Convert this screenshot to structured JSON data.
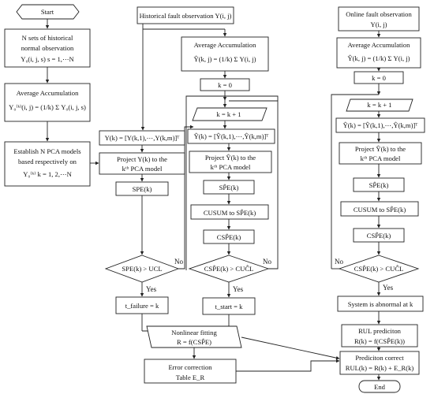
{
  "nodes": {
    "start": "Start",
    "normal_obs": [
      "N sets of historical",
      "normal  observation",
      "Y₀(i, j, s) s = 1,⋯N"
    ],
    "avg_acc_normal": [
      "Average Accumulation",
      "Y₀⁽ᵏ⁾(i, j) = (1/k) Σ Y₀(i, j, s)"
    ],
    "establish_pca": [
      "Establish N PCA models",
      "based respectively on",
      "Y₀⁽ᵏ⁾  k = 1, 2,⋯N"
    ],
    "hist_fault": "Historical fault  observation Y(i, j)",
    "y_vec": "Y(k) = [Y(k,1),⋯,Y(k,m)]ᵀ",
    "project_y": [
      "Project Y(k) to the",
      "kᵗʰ PCA model"
    ],
    "spe": "SPE(k)",
    "spe_ucl": "SPE(k) > UCL",
    "t_failure": "t_failure = k",
    "avg_acc_hist": [
      "Average Accumulation",
      "Ŷ(k, j) = (1/k) Σ Y(i, j)"
    ],
    "k0_mid": "k = 0",
    "k1_mid": "k = k + 1",
    "yhat_mid": "Ŷ(k) = [Ŷ(k,1),⋯,Ŷ(k,m)]ᵀ",
    "project_yhat_mid": [
      "Project Ŷ(k) to the",
      "kᵗʰ PCA model"
    ],
    "spehat_mid": "SP̂E(k)",
    "cusum_mid": "CUSUM to SP̂E(k)",
    "cspe_mid": "CSP̂E(k)",
    "cspe_cucl_mid": "CSP̂E(k) > CUĈL",
    "t_start": "t_start = k",
    "nonlinear": [
      "Nonlinear fitting",
      "R = f(CSP̂E)"
    ],
    "error_corr": [
      "Error correction",
      "Table E_R"
    ],
    "online_fault": [
      "Online fault  observation",
      "Y(i, j)"
    ],
    "avg_acc_online": [
      "Average Accumulation",
      "Ŷ(k, j) = (1/k) Σ Y(i, j)"
    ],
    "k0_right": "k = 0",
    "k1_right": "k = k + 1",
    "yhat_right": "Ŷ(k) = [Ŷ(k,1),⋯,Ŷ(k,m)]ᵀ",
    "project_yhat_right": [
      "Project Ŷ(k) to the",
      "kᵗʰ PCA model"
    ],
    "spehat_right": "SP̂E(k)",
    "cusum_right": "CUSUM to SP̂E(k)",
    "cspe_right": "CSP̂E(k)",
    "cspe_cucl_right": "CSP̂E(k) > CUĈL",
    "abnormal": "System is abnormal at k",
    "rul_pred": [
      "RUL prediciton",
      "R(k) = f(CSP̂E(k))"
    ],
    "pred_correct": [
      "Prediciton correct",
      "RUL(k) = R(k) + E_R(k)"
    ],
    "end": "End"
  },
  "edge_labels": {
    "no_left": "No",
    "no_mid": "No",
    "no_right": "No",
    "yes_left": "Yes",
    "yes_mid": "Yes",
    "yes_right": "Yes"
  }
}
